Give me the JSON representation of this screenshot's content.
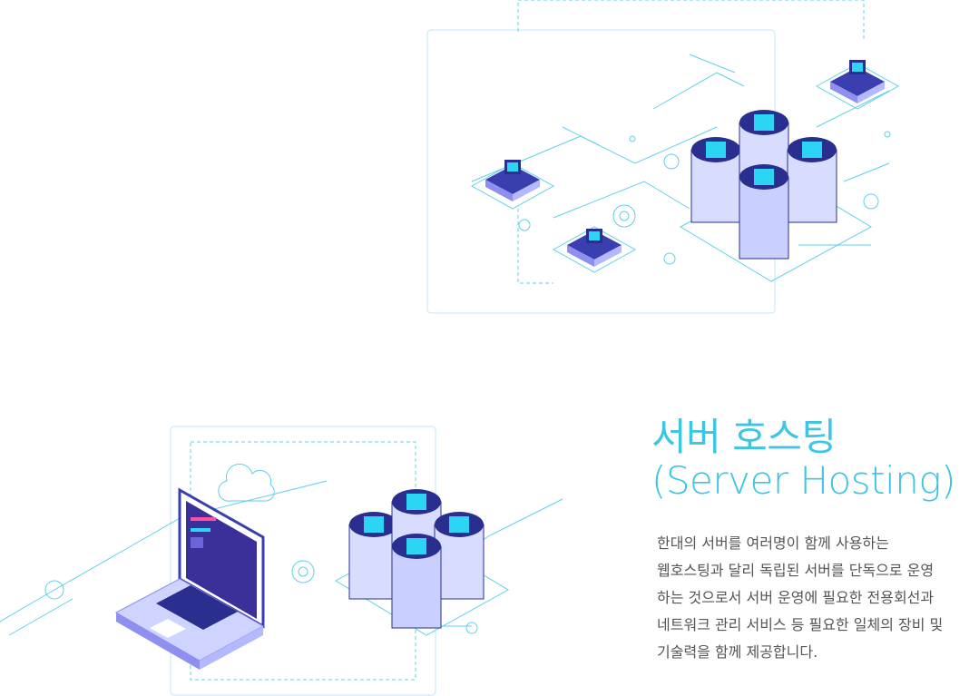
{
  "section": {
    "title_line1": "서버 호스팅",
    "title_line2": "(Server Hosting)",
    "description": [
      "한대의 서버를 여러명이 함께 사용하는",
      "웹호스팅과 달리 독립된 서버를 단독으로 운영",
      "하는 것으로서 서버 운영에 필요한 전용회선과",
      "네트워크 관리 서비스 등 필요한 일체의 장비 및",
      "기술력을 함께 제공합니다."
    ]
  },
  "colors": {
    "accent": "#3cc6e3",
    "line": "#5fd0ea",
    "server_body": "#d8ddff",
    "server_dark": "#2a2f8f",
    "screen": "#2dd5f5"
  }
}
